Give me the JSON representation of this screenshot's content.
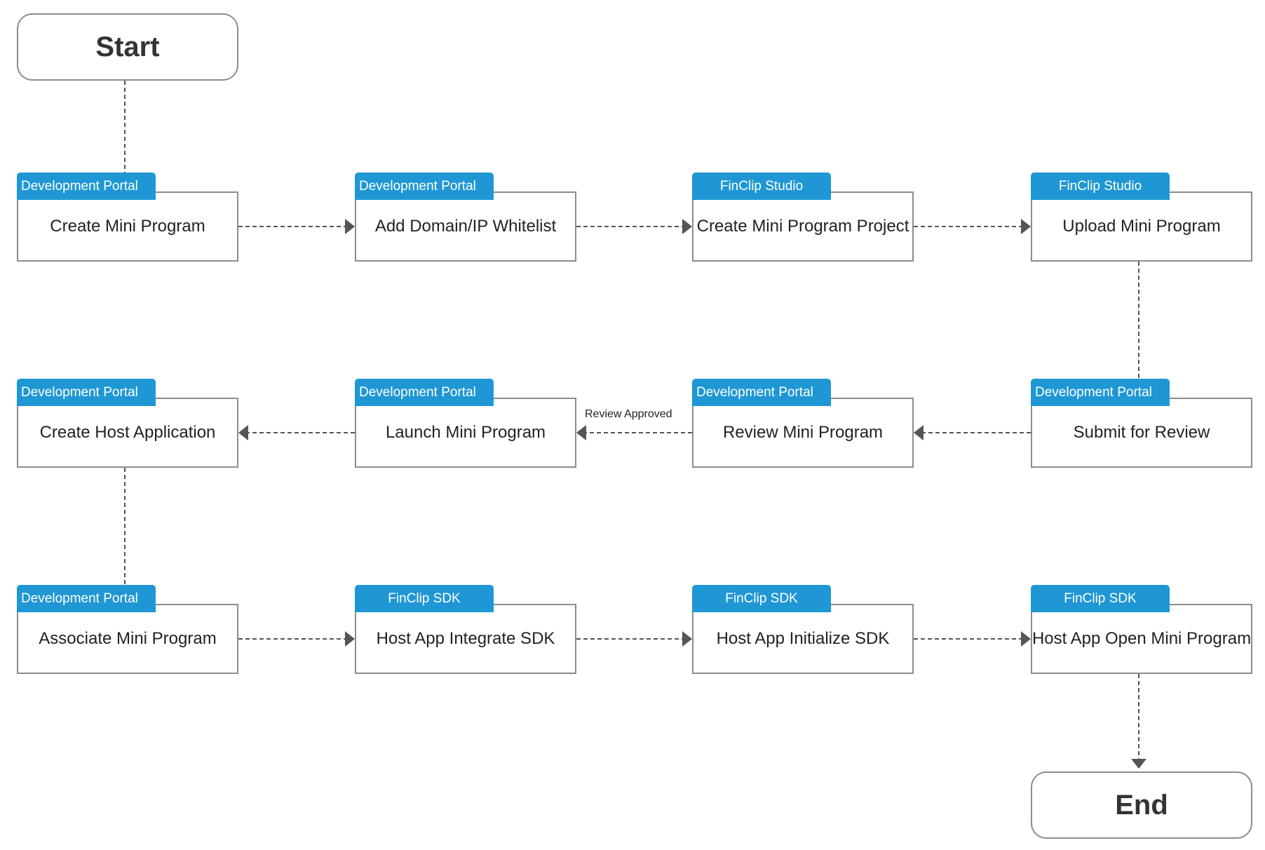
{
  "start_label": "Start",
  "end_label": "End",
  "colors": {
    "tag": "#1f97d4",
    "border": "#8c8c8c",
    "connector": "#555555"
  },
  "steps": [
    {
      "id": "s1",
      "tool": "Development Portal",
      "label": "Create Mini Program"
    },
    {
      "id": "s2",
      "tool": "Development Portal",
      "label": "Add Domain/IP Whitelist"
    },
    {
      "id": "s3",
      "tool": "FinClip Studio",
      "label": "Create Mini Program Project"
    },
    {
      "id": "s4",
      "tool": "FinClip Studio",
      "label": "Upload Mini Program"
    },
    {
      "id": "s5",
      "tool": "Development Portal",
      "label": "Submit for Review"
    },
    {
      "id": "s6",
      "tool": "Development Portal",
      "label": "Review Mini Program"
    },
    {
      "id": "s7",
      "tool": "Development Portal",
      "label": "Launch Mini Program"
    },
    {
      "id": "s8",
      "tool": "Development Portal",
      "label": "Create Host Application"
    },
    {
      "id": "s9",
      "tool": "Development Portal",
      "label": "Associate Mini Program"
    },
    {
      "id": "s10",
      "tool": "FinClip SDK",
      "label": "Host App Integrate SDK"
    },
    {
      "id": "s11",
      "tool": "FinClip SDK",
      "label": "Host App Initialize SDK"
    },
    {
      "id": "s12",
      "tool": "FinClip SDK",
      "label": "Host App Open Mini Program"
    }
  ],
  "edges": [
    {
      "from": "start",
      "to": "s1"
    },
    {
      "from": "s1",
      "to": "s2"
    },
    {
      "from": "s2",
      "to": "s3"
    },
    {
      "from": "s3",
      "to": "s4"
    },
    {
      "from": "s4",
      "to": "s5"
    },
    {
      "from": "s5",
      "to": "s6"
    },
    {
      "from": "s6",
      "to": "s7",
      "label": "Review Approved"
    },
    {
      "from": "s7",
      "to": "s8"
    },
    {
      "from": "s8",
      "to": "s9"
    },
    {
      "from": "s9",
      "to": "s10"
    },
    {
      "from": "s10",
      "to": "s11"
    },
    {
      "from": "s11",
      "to": "s12"
    },
    {
      "from": "s12",
      "to": "end"
    }
  ]
}
